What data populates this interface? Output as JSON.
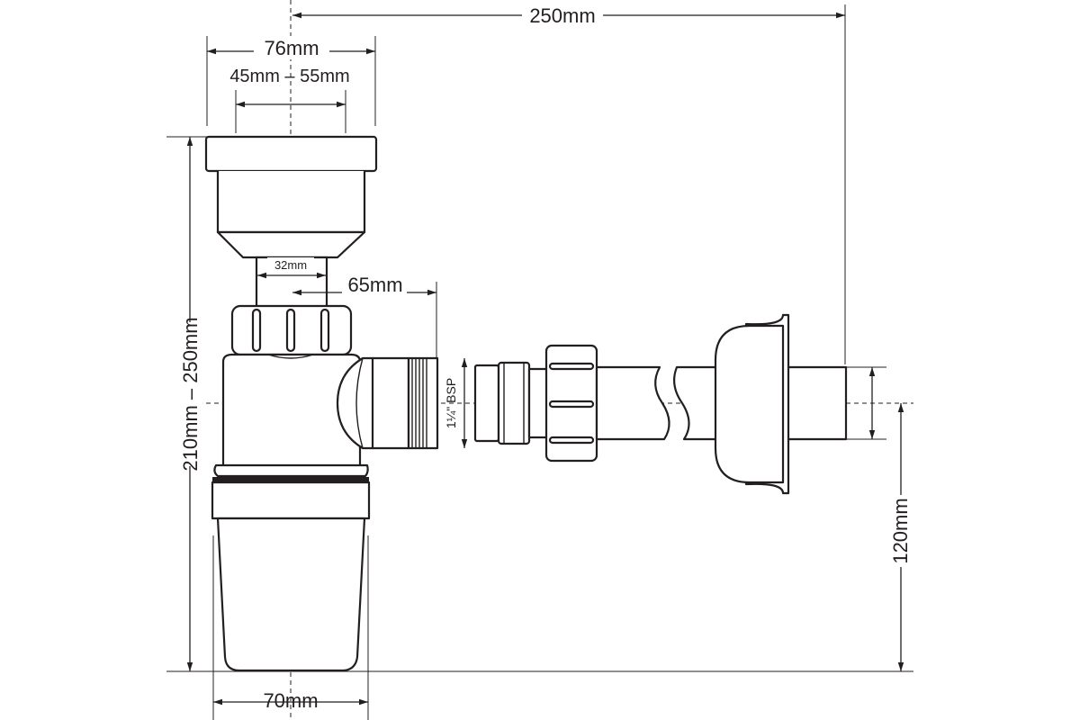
{
  "dimensions": {
    "total_width": "250mm",
    "cup_outer": "76mm",
    "cup_inner_range": "45mm – 55mm",
    "waste_diameter": "32mm",
    "outlet_offset": "65mm",
    "thread_spec": "1¼\" BSP",
    "height_range": "210mm – 250mm",
    "body_width": "70mm",
    "outlet_height": "120mm"
  },
  "colors": {
    "line": "#231f20",
    "background": "#ffffff"
  }
}
